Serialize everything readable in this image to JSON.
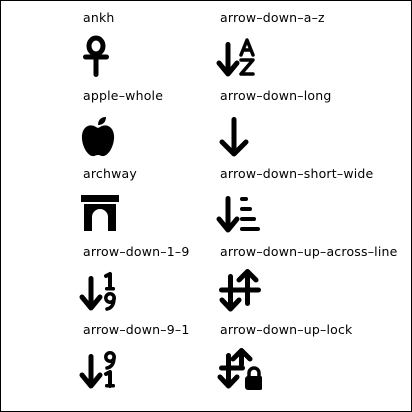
{
  "icon_grid": {
    "columns": [
      {
        "items": [
          {
            "label": "ankh",
            "icon": "ankh-icon"
          },
          {
            "label": "apple–whole",
            "icon": "apple-whole-icon"
          },
          {
            "label": "archway",
            "icon": "archway-icon"
          },
          {
            "label": "arrow–down–1–9",
            "icon": "arrow-down-1-9-icon"
          },
          {
            "label": "arrow–down–9–1",
            "icon": "arrow-down-9-1-icon"
          }
        ]
      },
      {
        "items": [
          {
            "label": "arrow–down–a–z",
            "icon": "arrow-down-a-z-icon"
          },
          {
            "label": "arrow–down–long",
            "icon": "arrow-down-long-icon"
          },
          {
            "label": "arrow–down–short–wide",
            "icon": "arrow-down-short-wide-icon"
          },
          {
            "label": "arrow–down–up–across–line",
            "icon": "arrow-down-up-across-line-icon"
          },
          {
            "label": "arrow–down–up–lock",
            "icon": "arrow-down-up-lock-icon"
          }
        ]
      }
    ]
  },
  "colors": {
    "icon": "#000000",
    "text": "#000000",
    "background": "#ffffff"
  }
}
